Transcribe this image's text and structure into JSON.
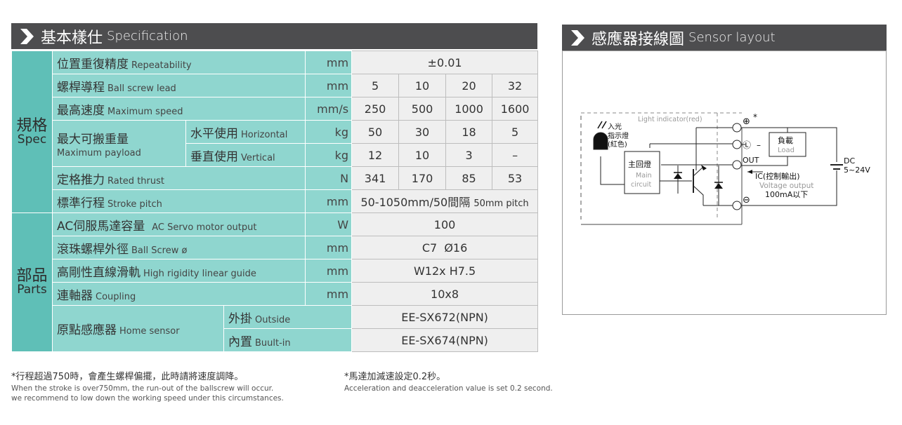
{
  "spec_header": {
    "title_cn": "基本樣仕",
    "title_en": "Specification"
  },
  "sensor_header": {
    "title_cn": "感應器接線圖",
    "title_en": "Sensor layout"
  },
  "sections": {
    "spec": {
      "cn": "規格",
      "en": "Spec"
    },
    "parts": {
      "cn": "部品",
      "en": "Parts"
    }
  },
  "rows": {
    "repeatability": {
      "cn": "位置重復精度",
      "en": "Repeatability",
      "unit": "mm",
      "value": "±0.01"
    },
    "lead": {
      "cn": "螺桿導程",
      "en": "Ball screw lead",
      "unit": "mm",
      "values": [
        "5",
        "10",
        "20",
        "32"
      ]
    },
    "speed": {
      "cn": "最高速度",
      "en": "Maximum speed",
      "unit": "mm/s",
      "values": [
        "250",
        "500",
        "1000",
        "1600"
      ]
    },
    "payload": {
      "cn": "最大可搬重量",
      "en": "Maximum payload",
      "horizontal": {
        "cn": "水平使用",
        "en": "Horizontal",
        "unit": "kg",
        "values": [
          "50",
          "30",
          "18",
          "5"
        ]
      },
      "vertical": {
        "cn": "垂直使用",
        "en": "Vertical",
        "unit": "kg",
        "values": [
          "12",
          "10",
          "3",
          "–"
        ]
      }
    },
    "thrust": {
      "cn": "定格推力",
      "en": "Rated thrust",
      "unit": "N",
      "values": [
        "341",
        "170",
        "85",
        "53"
      ]
    },
    "stroke": {
      "cn": "標準行程",
      "en": "Stroke pitch",
      "unit": "mm",
      "value": "50-1050mm/50間隔",
      "value_small": "50mm pitch"
    },
    "motor": {
      "cn": "AC伺服馬達容量",
      "en": "AC Servo motor output",
      "unit": "W",
      "value": "100"
    },
    "ballscrew": {
      "cn": "滾珠螺桿外徑",
      "en": "Ball Screw ø",
      "unit": "mm",
      "value": "C7  Ø16"
    },
    "guide": {
      "cn": "高剛性直線滑軌",
      "en": "High rigidity linear guide",
      "unit": "mm",
      "value": "W12x H7.5"
    },
    "coupling": {
      "cn": "連軸器",
      "en": "Coupling",
      "unit": "mm",
      "value": "10x8"
    },
    "home": {
      "cn": "原點感應器",
      "en": "Home sensor",
      "outside": {
        "cn": "外掛",
        "en": "Outside",
        "value": "EE-SX672(NPN)"
      },
      "builtin": {
        "cn": "內置",
        "en": "Buult-in",
        "value": "EE-SX674(NPN)"
      }
    }
  },
  "notes": {
    "left": {
      "cn": "*行程超過750時，會產生螺桿偏擺，此時請將速度調降。",
      "en1": "When the stroke is over750mm, the run-out of the ballscrew will occur.",
      "en2": "we recommend to low down the working speed under this circumstances."
    },
    "right": {
      "cn": "*馬達加減速設定0.2秒。",
      "en": "Acceleration and deacceleration value is set 0.2 second."
    }
  },
  "circuit": {
    "light_indicator": "Light indicator(red)",
    "led_cn1": "入光",
    "led_cn2": "指示燈",
    "led_cn3": "(紅色)",
    "main_cn": "主回燈",
    "main_en1": "Main",
    "main_en2": "circuit",
    "load_cn": "負載",
    "load_en": "Load",
    "plus": "⊕",
    "star": "*",
    "l_mark": "Ⓛ",
    "minus_mark": "–",
    "out": "OUT",
    "minus": "⊖",
    "ic_cn": "IC(控制輸出)",
    "voltage_en": "Voltage output",
    "current": "100mA以下",
    "dc": "DC",
    "dc_range": "5~24V"
  }
}
